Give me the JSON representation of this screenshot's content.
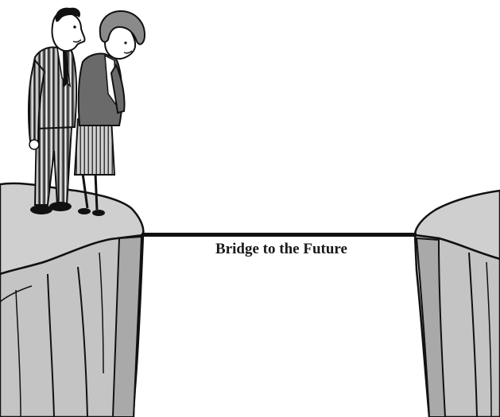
{
  "caption": {
    "bridge_label": "Bridge to the Future"
  },
  "colors": {
    "rock_fill": "#cfcfcf",
    "rock_shadow": "#a9a9a9",
    "ink": "#111111",
    "background": "#ffffff",
    "suit": "#3a3a3a",
    "jacket": "#555555",
    "skin": "#ffffff"
  },
  "scene": {
    "figures": [
      "businessman",
      "businesswoman"
    ],
    "elements": [
      "left-cliff",
      "right-cliff",
      "bridge-plank"
    ]
  }
}
